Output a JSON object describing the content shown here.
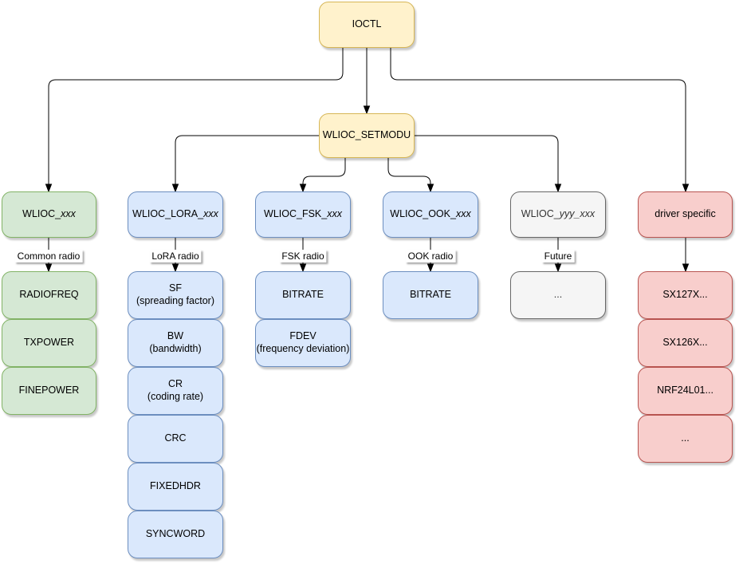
{
  "diagram": {
    "background_color": "#ffffff",
    "edge_color": "#000000",
    "yellow": {
      "fill": "#FFF2CC",
      "stroke": "#D6B656",
      "text": "#000000"
    },
    "root": {
      "label": "IOCTL"
    },
    "hub": {
      "label": "WLIOC_SETMODU"
    },
    "columns": [
      {
        "id": "common-radio",
        "color": {
          "fill": "#D5E8D4",
          "stroke": "#82B366",
          "text": "#000000"
        },
        "header": {
          "text": "WLIOC_",
          "italic": "xxx"
        },
        "edge_label": "Common radio",
        "children": [
          {
            "line1": "RADIOFREQ"
          },
          {
            "line1": "TXPOWER"
          },
          {
            "line1": "FINEPOWER"
          }
        ]
      },
      {
        "id": "lora-radio",
        "color": {
          "fill": "#DAE8FC",
          "stroke": "#6C8EBF",
          "text": "#000000"
        },
        "header": {
          "text": "WLIOC_LORA_",
          "italic": "xxx"
        },
        "edge_label": "LoRA radio",
        "children": [
          {
            "line1": "SF",
            "line2": "(spreading factor)"
          },
          {
            "line1": "BW",
            "line2": "(bandwidth)"
          },
          {
            "line1": "CR",
            "line2": "(coding rate)"
          },
          {
            "line1": "CRC"
          },
          {
            "line1": "FIXEDHDR"
          },
          {
            "line1": "SYNCWORD"
          }
        ]
      },
      {
        "id": "fsk-radio",
        "color": {
          "fill": "#DAE8FC",
          "stroke": "#6C8EBF",
          "text": "#000000"
        },
        "header": {
          "text": "WLIOC_FSK_",
          "italic": "xxx"
        },
        "edge_label": "FSK radio",
        "children": [
          {
            "line1": "BITRATE"
          },
          {
            "line1": "FDEV",
            "line2": "(frequency deviation)"
          }
        ]
      },
      {
        "id": "ook-radio",
        "color": {
          "fill": "#DAE8FC",
          "stroke": "#6C8EBF",
          "text": "#000000"
        },
        "header": {
          "text": "WLIOC_OOK_",
          "italic": "xxx"
        },
        "edge_label": "OOK radio",
        "children": [
          {
            "line1": "BITRATE"
          }
        ]
      },
      {
        "id": "future",
        "color": {
          "fill": "#F5F5F5",
          "stroke": "#666666",
          "text": "#333333"
        },
        "header": {
          "text": "WLIOC_",
          "italic": "yyy_xxx"
        },
        "edge_label": "Future",
        "children": [
          {
            "line1": "..."
          }
        ]
      },
      {
        "id": "driver-specific",
        "color": {
          "fill": "#F8CECC",
          "stroke": "#B85450",
          "text": "#000000"
        },
        "header": {
          "text": "driver specific",
          "italic": ""
        },
        "edge_label": "",
        "children": [
          {
            "line1": "SX127X..."
          },
          {
            "line1": "SX126X..."
          },
          {
            "line1": "NRF24L01..."
          },
          {
            "line1": "..."
          }
        ]
      }
    ]
  }
}
